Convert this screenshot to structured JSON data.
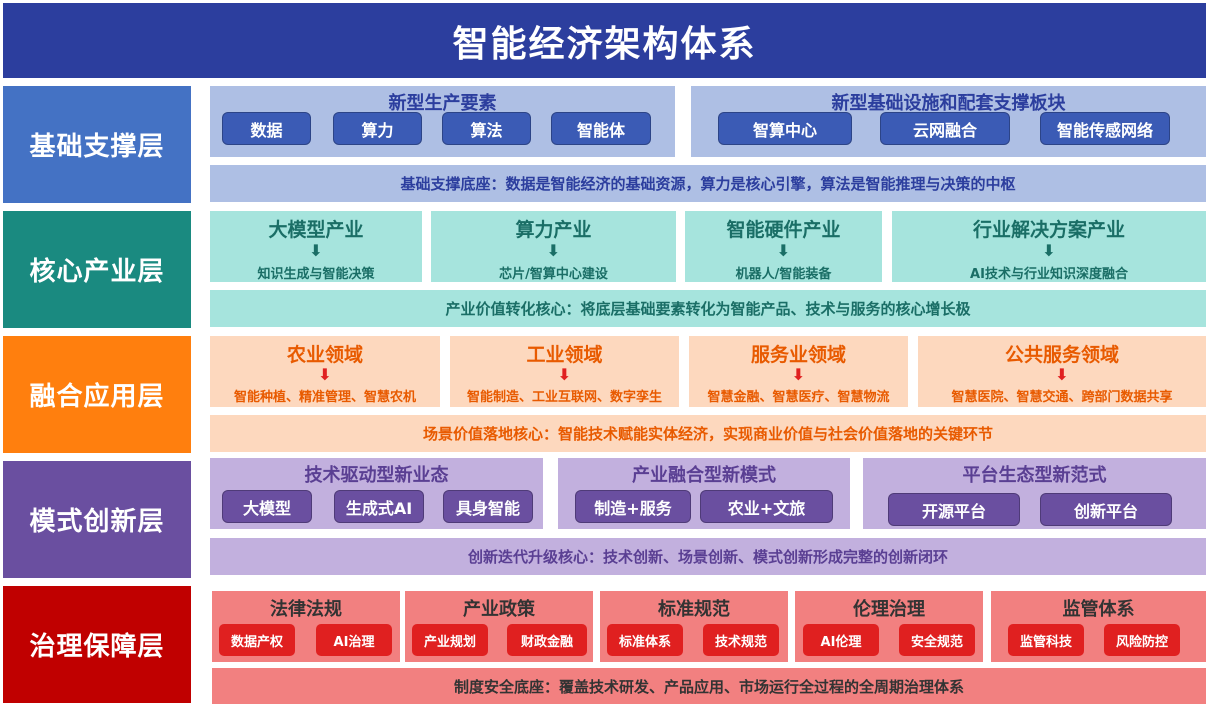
{
  "title": "智能经济架构体系",
  "colors": {
    "title_bg": "#2c3e9e",
    "layer1": "#4472c4",
    "layer2": "#1a8a80",
    "layer3": "#ff7f0e",
    "layer4": "#6a4fa0",
    "layer5": "#c00000"
  },
  "layers": [
    {
      "label": "基础支撑层"
    },
    {
      "label": "核心产业层"
    },
    {
      "label": "融合应用层"
    },
    {
      "label": "模式创新层"
    },
    {
      "label": "治理保障层"
    }
  ],
  "foundation": {
    "panels": [
      {
        "title": "新型生产要素",
        "items": [
          "数据",
          "算力",
          "算法",
          "智能体"
        ]
      },
      {
        "title": "新型基础设施和配套支撑板块",
        "items": [
          "智算中心",
          "云网融合",
          "智能传感网络"
        ]
      }
    ],
    "band": "基础支撑底座：数据是智能经济的基础资源，算力是核心引擎，算法是智能推理与决策的中枢"
  },
  "core": {
    "boxes": [
      {
        "title": "大模型产业",
        "arrow": "⬇",
        "sub": "知识生成与智能决策"
      },
      {
        "title": "算力产业",
        "arrow": "⬇",
        "sub": "芯片/智算中心建设"
      },
      {
        "title": "智能硬件产业",
        "arrow": "⬇",
        "sub": "机器人/智能装备"
      },
      {
        "title": "行业解决方案产业",
        "arrow": "⬇",
        "sub": "AI技术与行业知识深度融合"
      }
    ],
    "band": "产业价值转化核心：将底层基础要素转化为智能产品、技术与服务的核心增长极"
  },
  "application": {
    "boxes": [
      {
        "title": "农业领域",
        "arrow": "⬇",
        "sub": "智能种植、精准管理、智慧农机"
      },
      {
        "title": "工业领域",
        "arrow": "⬇",
        "sub": "智能制造、工业互联网、数字孪生"
      },
      {
        "title": "服务业领域",
        "arrow": "⬇",
        "sub": "智慧金融、智慧医疗、智慧物流"
      },
      {
        "title": "公共服务领域",
        "arrow": "⬇",
        "sub": "智慧医院、智慧交通、跨部门数据共享"
      }
    ],
    "band": "场景价值落地核心：智能技术赋能实体经济，实现商业价值与社会价值落地的关键环节"
  },
  "innovation": {
    "panels": [
      {
        "title": "技术驱动型新业态",
        "items": [
          "大模型",
          "生成式AI",
          "具身智能"
        ]
      },
      {
        "title": "产业融合型新模式",
        "items": [
          "制造+服务",
          "农业+文旅"
        ]
      },
      {
        "title": "平台生态型新范式",
        "items": [
          "开源平台",
          "创新平台"
        ]
      }
    ],
    "band": "创新迭代升级核心：技术创新、场景创新、模式创新形成完整的创新闭环"
  },
  "governance": {
    "panels": [
      {
        "title": "法律法规",
        "items": [
          "数据产权",
          "AI治理"
        ]
      },
      {
        "title": "产业政策",
        "items": [
          "产业规划",
          "财政金融"
        ]
      },
      {
        "title": "标准规范",
        "items": [
          "标准体系",
          "技术规范"
        ]
      },
      {
        "title": "伦理治理",
        "items": [
          "AI伦理",
          "安全规范"
        ]
      },
      {
        "title": "监管体系",
        "items": [
          "监管科技",
          "风险防控"
        ]
      }
    ],
    "band": "制度安全底座：覆盖技术研发、产品应用、市场运行全过程的全周期治理体系"
  }
}
